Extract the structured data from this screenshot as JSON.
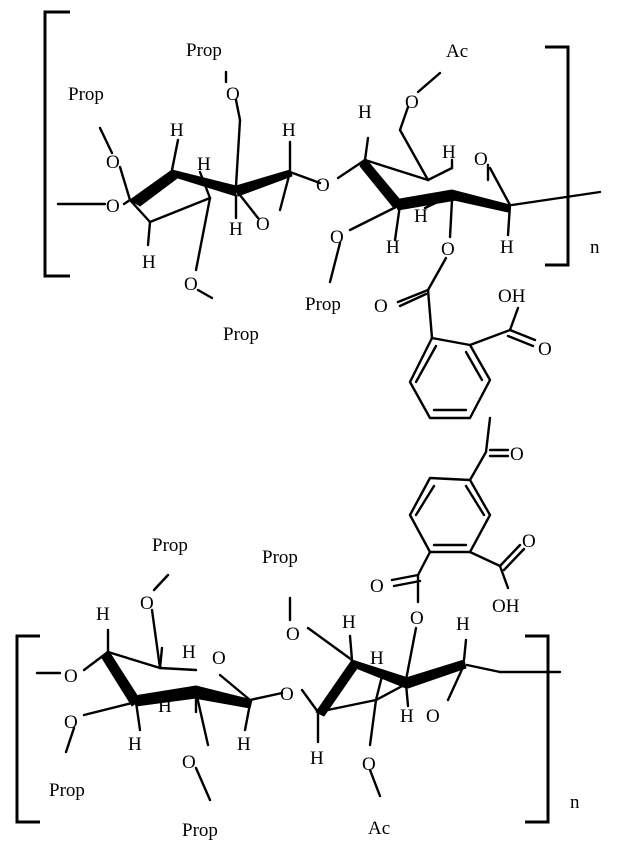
{
  "atoms": {
    "prop": "Prop",
    "ac": "Ac",
    "o": "O",
    "h": "H",
    "oh": "OH",
    "n": "n"
  }
}
